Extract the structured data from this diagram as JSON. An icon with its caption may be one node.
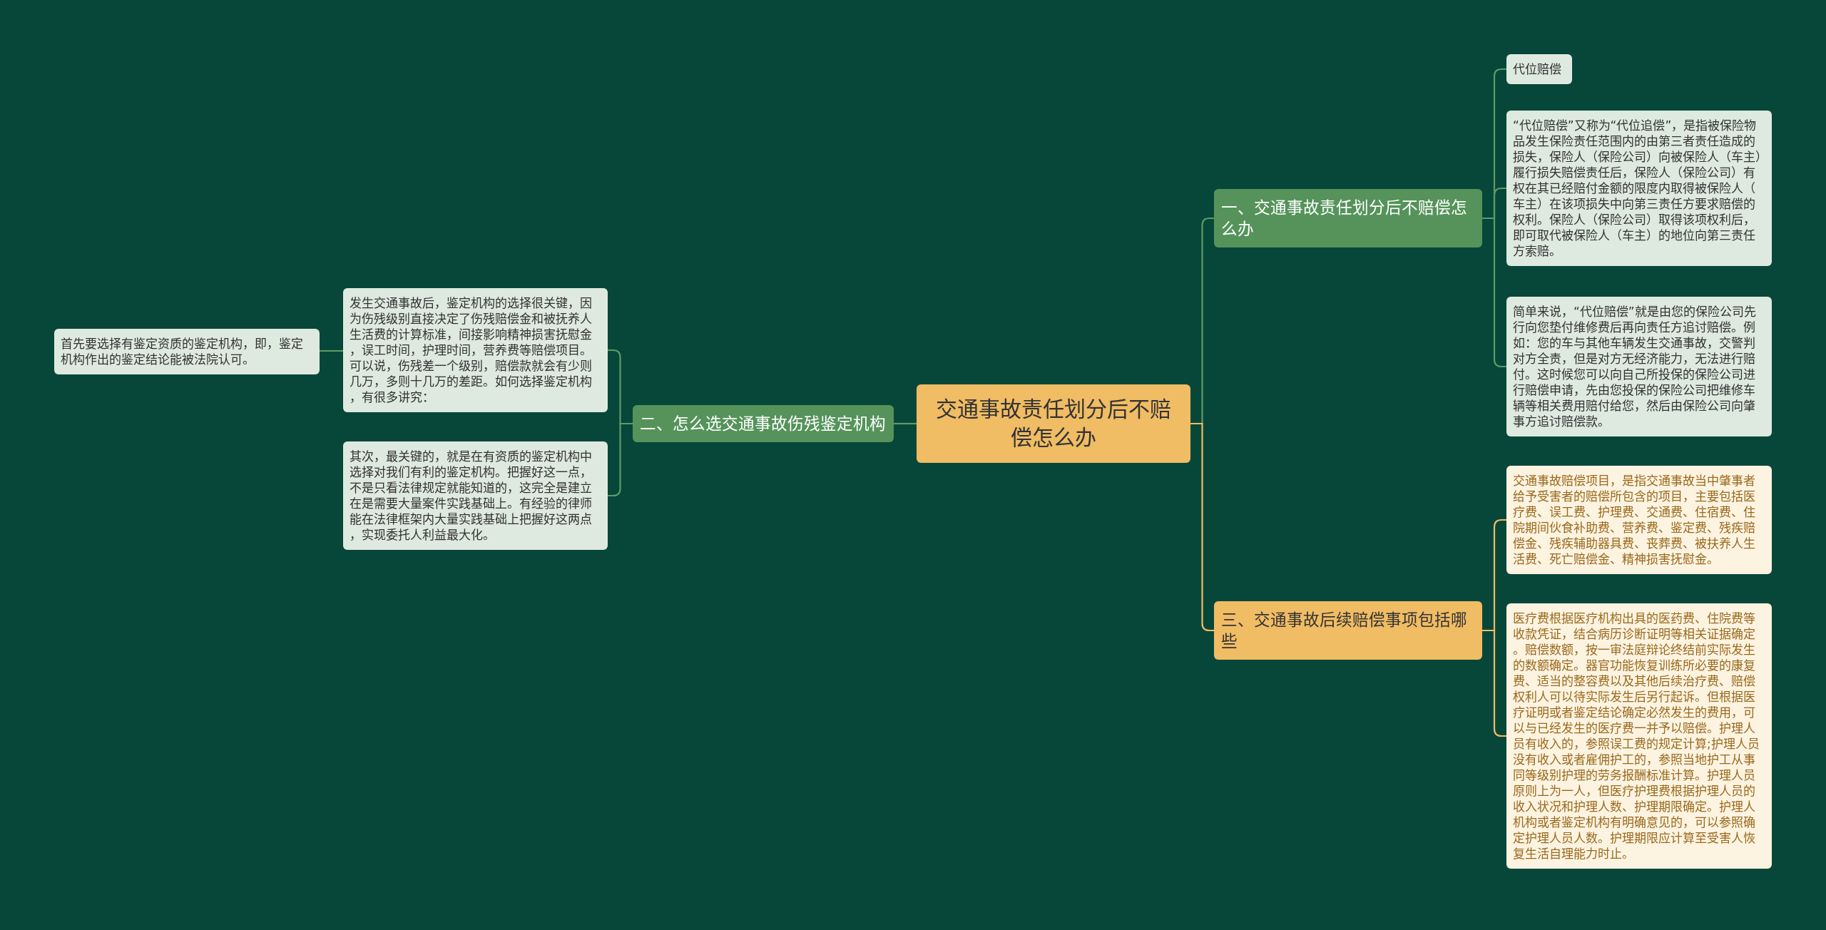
{
  "diagram": {
    "nodes": [
      {
        "text": [
          "交通事故责任划分后不赔偿怎么办"
        ]
      },
      {
        "text": [
          "一、交通事故责任划分后不赔偿怎么办"
        ]
      },
      {
        "text": [
          "代位赔偿"
        ]
      },
      {
        "text": [
          "“代位赔偿”又称为“代位追偿”，是指被保险物品发生保险责任范围内的由第三者责任造成的损失，保险人（保险公司）向被保险人（车主）履行损失赔偿责任后，保险人（保险公司）有权在其已经赔付金额的限度内取得被保险人（车主）在该项损失中向第三责任方要求赔偿的权利。保险人（保险公司）取得该项权利后，即可取代被保险人（车主）的地位向第三责任方索赔。"
        ]
      },
      {
        "text": [
          "简单来说，“代位赔偿”就是由您的保险公司先行向您垫付维修费后再向责任方追讨赔偿。例如：您的车与其他车辆发生交通事故，交警判对方全责，但是对方无经济能力，无法进行赔付。这时候您可以向自己所投保的保险公司进行赔偿申请，先由您投保的保险公司把维修车辆等相关费用赔付给您，然后由保险公司向肇事方追讨赔偿款。"
        ]
      },
      {
        "text": [
          "二、怎么选交通事故伤残鉴定机构"
        ]
      },
      {
        "text": [
          "发生交通事故后，鉴定机构的选择很关键，因为伤残级别直接决定了伤残赔偿金和被抚养人生活费的计算标准，间接影响精神损害抚慰金，误工时间，护理时间，营养费等赔偿项目。可以说，伤残差一个级别，赔偿款就会有少则几万，多则十几万的差距。如何选择鉴定机构，有很多讲究："
        ]
      },
      {
        "text": [
          "首先要选择有鉴定资质的鉴定机构，即，鉴定机构作出的鉴定结论能被法院认可。"
        ]
      },
      {
        "text": [
          "其次，最关键的，就是在有资质的鉴定机构中选择对我们有利的鉴定机构。把握好这一点，不是只看法律规定就能知道的，这完全是建立在是需要大量案件实践基础上。有经验的律师能在法律框架内大量实践基础上把握好这两点，实现委托人利益最大化。"
        ]
      },
      {
        "text": [
          "三、交通事故后续赔偿事项包括哪些"
        ]
      },
      {
        "text": [
          "交通事故赔偿项目，是指交通事故当中肇事者给予受害者的赔偿所包含的项目，主要包括医疗费、误工费、护理费、交通费、住宿费、住院期间伙食补助费、营养费、鉴定费、残疾赔偿金、残疾辅助器具费、丧葬费、被扶养人生活费、死亡赔偿金、精神损害抚慰金。"
        ]
      },
      {
        "text": [
          "医疗费根据医疗机构出具的医药费、住院费等收款凭证，结合病历诊断证明等相关证据确定。赔偿数额，按一审法庭辩论终结前实际发生的数额确定。器官功能恢复训练所必要的康复费、适当的整容费以及其他后续治疗费、赔偿权利人可以待实际发生后另行起诉。但根据医疗证明或者鉴定结论确定必然发生的费用，可以与已经发生的医疗费一并予以赔偿。护理人员有收入的，参照误工费的规定计算;护理人员没有收入或者雇佣护工的，参照当地护工从事同等级别护理的劳务报酬标准计算。护理人员原则上为一人，但医疗护理费根据护理人员的收入状况和护理人数、护理期限确定。护理人机构或者鉴定机构有明确意见的，可以参照确定护理人员人数。护理期限应计算至受害人恢复生活自理能力时止。"
        ]
      }
    ],
    "edges": [
      {
        "from": 0,
        "to": 1,
        "arrow": "none"
      },
      {
        "from": 1,
        "to": 2,
        "arrow": "none"
      },
      {
        "from": 1,
        "to": 3,
        "arrow": "none"
      },
      {
        "from": 1,
        "to": 4,
        "arrow": "none"
      },
      {
        "from": 0,
        "to": 5,
        "arrow": "none"
      },
      {
        "from": 5,
        "to": 6,
        "arrow": "none"
      },
      {
        "from": 6,
        "to": 7,
        "arrow": "none"
      },
      {
        "from": 5,
        "to": 8,
        "arrow": "none"
      },
      {
        "from": 0,
        "to": 9,
        "arrow": "none",
        "color": "#f0bc64"
      },
      {
        "from": 9,
        "to": 10,
        "arrow": "none",
        "color": "#f0bc64"
      },
      {
        "from": 9,
        "to": 11,
        "arrow": "none",
        "color": "#f0bc64"
      }
    ]
  }
}
